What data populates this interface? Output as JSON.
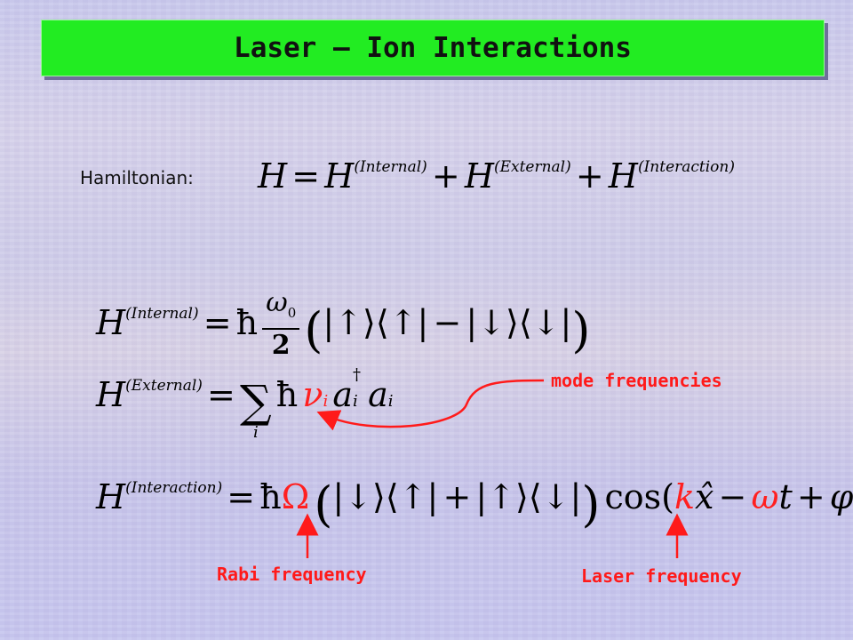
{
  "title": "Laser – Ion Interactions",
  "hamiltonian_label": "Hamiltonian:",
  "superscripts": {
    "internal": "(Internal)",
    "external": "(External)",
    "interaction": "(Interaction)"
  },
  "symbols": {
    "H": "H",
    "hbar": "ħ",
    "equals": "=",
    "plus": "+",
    "minus": "−",
    "omega0": "ω",
    "sub0": "0",
    "two": "2",
    "sum": "∑",
    "sub_i": "i",
    "nu": "ν",
    "a": "a",
    "dagger": "†",
    "Omega": "Ω",
    "cos": "cos(",
    "k": "k",
    "xhat": "x̂",
    "omega": "ω",
    "t": "t",
    "phi": "φ",
    "close": ")",
    "up_ket": "|↑⟩⟨↑|",
    "down_ket": "|↓⟩⟨↓|",
    "down_up": "|↓⟩⟨↑|",
    "up_down": "|↑⟩⟨↓|"
  },
  "annotations": {
    "mode_frequencies": "mode frequencies",
    "rabi_frequency": "Rabi frequency",
    "laser_frequency": "Laser frequency"
  },
  "colors": {
    "title_bar": "#22ec22",
    "annotation": "#ff1a1a"
  }
}
